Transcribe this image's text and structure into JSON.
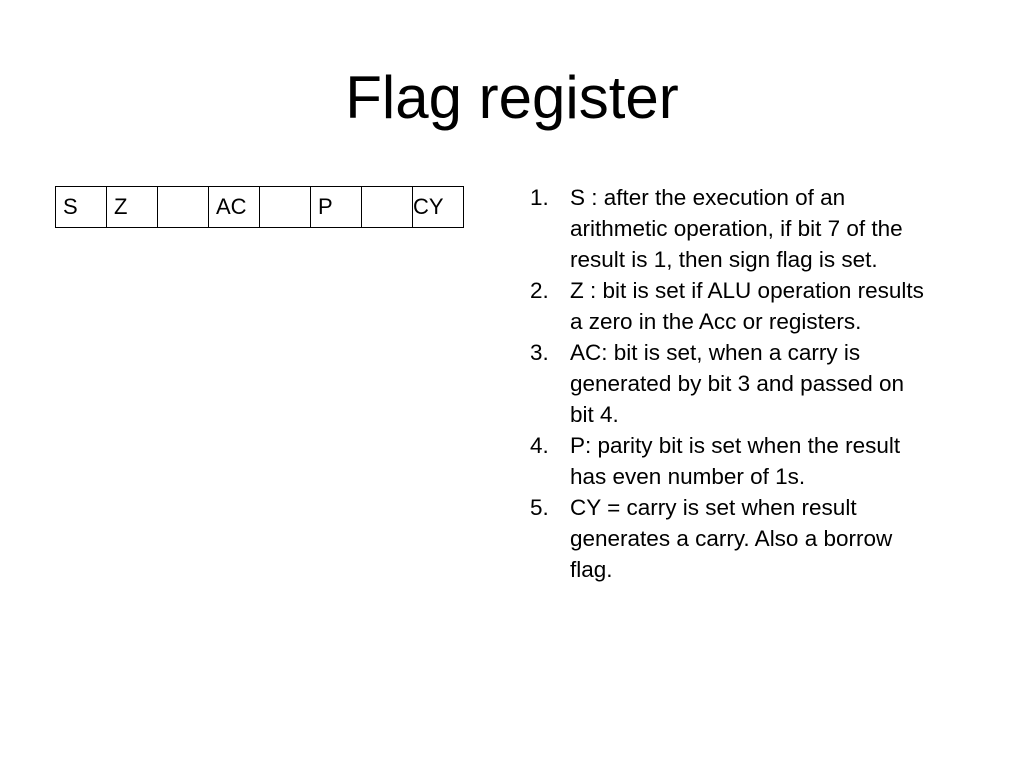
{
  "slide": {
    "title": "Flag register",
    "flag_cells": [
      "S",
      "Z",
      "",
      "AC",
      "",
      "P",
      "",
      "CY"
    ],
    "descriptions": [
      {
        "number": "1.",
        "text": "S : after the execution of an arithmetic operation, if bit 7 of the result is 1, then sign flag is set."
      },
      {
        "number": "2.",
        "text": "Z : bit is set if ALU operation results a zero in the Acc or registers."
      },
      {
        "number": "3.",
        "text": "AC: bit is set, when a carry is generated by bit 3 and passed on bit 4."
      },
      {
        "number": "4.",
        "text": "P: parity bit is set when the result has even number of 1s."
      },
      {
        "number": "5.",
        "text": "CY = carry is set when result generates a carry. Also a borrow flag."
      }
    ]
  }
}
